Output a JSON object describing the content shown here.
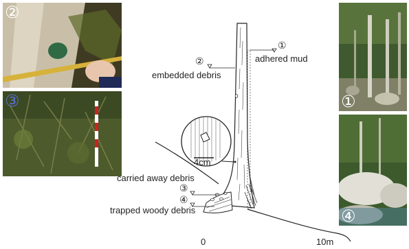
{
  "photos": {
    "p2": {
      "badge": "②"
    },
    "p3": {
      "badge": "③"
    },
    "p1": {
      "badge": "①"
    },
    "p4": {
      "badge": "④"
    }
  },
  "markers": {
    "m1": "①",
    "m2": "②",
    "m3": "③",
    "m4": "④"
  },
  "labels": {
    "adhered_mud": "adhered mud",
    "embedded_debris": "embedded debris",
    "carried_away_debris": "carried away debris",
    "trapped_woody_debris": "trapped woody debris",
    "inset_scale": "4cm"
  },
  "scale": {
    "start": "0",
    "end": "10m"
  }
}
